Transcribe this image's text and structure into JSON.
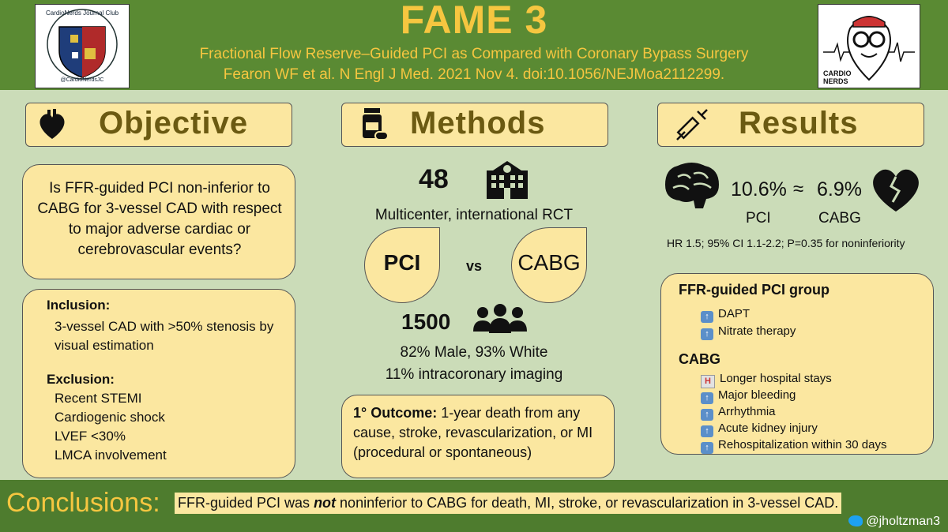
{
  "header": {
    "title": "FAME 3",
    "subtitle_line1": "Fractional Flow Reserve–Guided PCI as Compared with Coronary Bypass Surgery",
    "subtitle_line2": "Fearon WF et al. N Engl J Med. 2021 Nov 4. doi:10.1056/NEJMoa2112299.",
    "logo_left_text": "CardioNerds Journal Club",
    "logo_left_handle": "@CardioNerdsJC",
    "logo_right_text": "CARDIO NERDS"
  },
  "objective": {
    "heading": "Objective",
    "question": "Is FFR-guided PCI non-inferior to CABG for 3-vessel CAD with respect to major adverse cardiac or cerebrovascular events?",
    "inclusion_label": "Inclusion:",
    "inclusion_text": "3-vessel CAD with >50% stenosis by visual estimation",
    "exclusion_label": "Exclusion:",
    "exclusion_items": [
      "Recent STEMI",
      "Cardiogenic shock",
      "LVEF <30%",
      "LMCA involvement"
    ]
  },
  "methods": {
    "heading": "Methods",
    "sites": "48",
    "design": "Multicenter, international RCT",
    "arm1": "PCI",
    "vs": "vs",
    "arm2": "CABG",
    "patients": "1500",
    "demographics": "82% Male, 93% White",
    "imaging": "11% intracoronary imaging",
    "outcome_label": "1° Outcome:",
    "outcome_text": " 1-year death from any cause, stroke, revascularization, or MI (procedural or spontaneous)"
  },
  "results": {
    "heading": "Results",
    "pci_rate": "10.6%",
    "approx": "≈",
    "cabg_rate": "6.9%",
    "pci_label": "PCI",
    "cabg_label": "CABG",
    "stats": "HR 1.5; 95% CI 1.1-2.2; P=0.35 for noninferiority",
    "pci_group_heading": "FFR-guided PCI group",
    "pci_group_items": [
      "DAPT",
      "Nitrate therapy"
    ],
    "cabg_group_heading": "CABG",
    "cabg_group_items": [
      "Longer hospital stays",
      "Major bleeding",
      "Arrhythmia",
      "Acute kidney injury",
      "Rehospitalization within 30 days"
    ]
  },
  "conclusion": {
    "label": "Conclusions:",
    "text_before": "FFR-guided PCI was ",
    "text_emph": "not",
    "text_after": " noninferior to CABG for death, MI, stroke, or revascularization in 3-vessel CAD.",
    "twitter": "@jholtzman3"
  },
  "colors": {
    "header_green": "#5a8a33",
    "panel_bg": "#cbdcb8",
    "box_yellow": "#fbe7a0",
    "title_gold": "#f6c640",
    "heading_text": "#6b5a12"
  }
}
